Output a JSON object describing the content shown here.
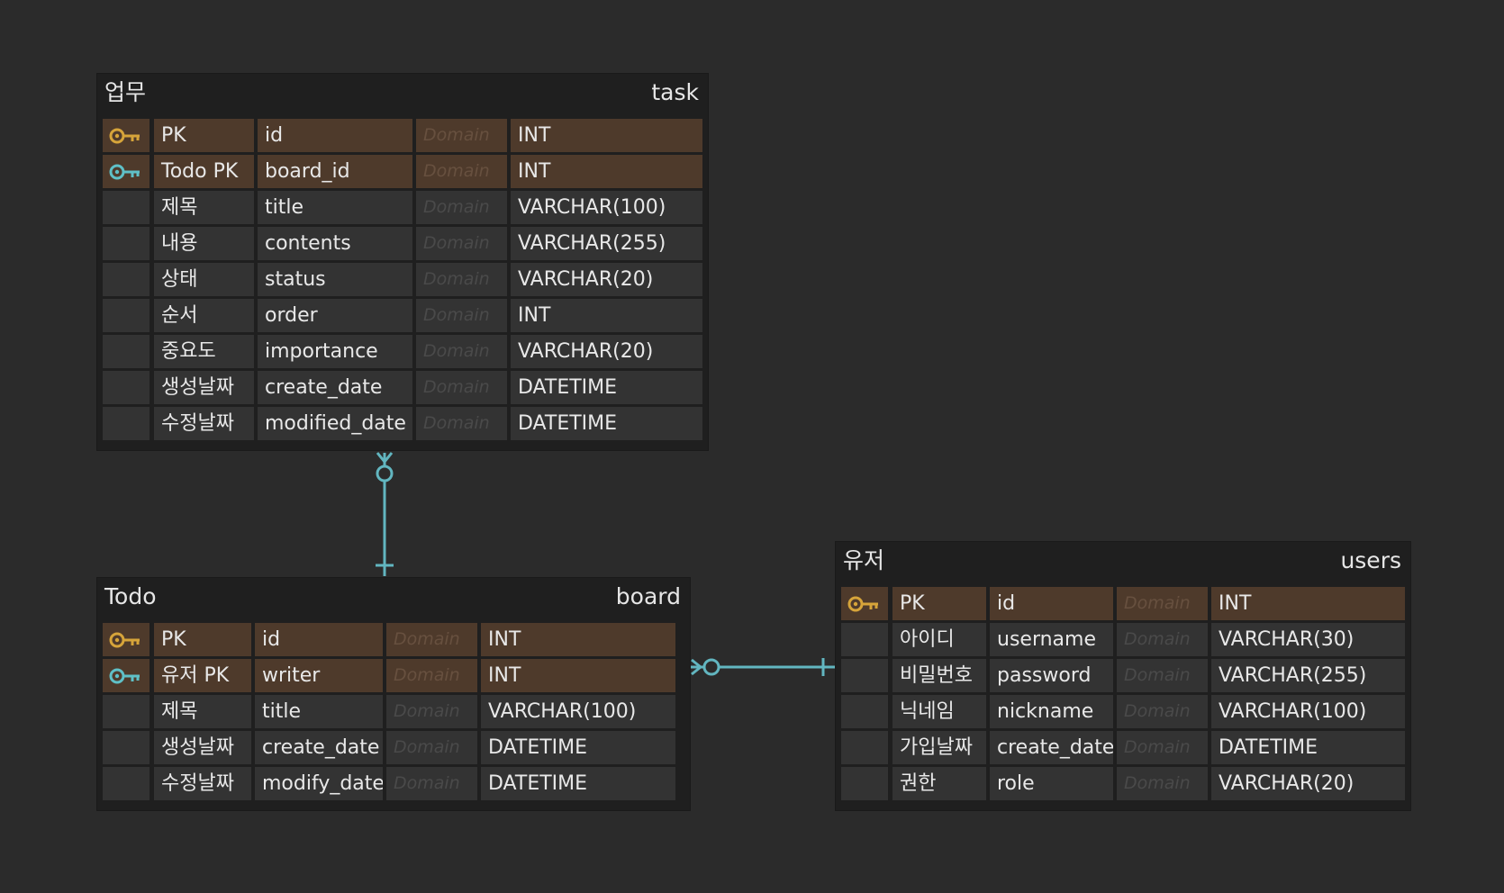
{
  "colors": {
    "background": "#2b2b2b",
    "entity_bg": "#1f1f1f",
    "cell_bg": "#333333",
    "key_row_bg": "#4e3a2b",
    "primary_key_icon": "#d6a43a",
    "foreign_key_icon": "#5fc0c7",
    "relationship_line": "#62b6c0"
  },
  "entities": {
    "task": {
      "logical_name": "업무",
      "physical_name": "task",
      "rows": [
        {
          "icon": "primary-key-icon",
          "label": "PK",
          "column": "id",
          "domain": "Domain",
          "type": "INT"
        },
        {
          "icon": "foreign-key-icon",
          "label": "Todo PK",
          "column": "board_id",
          "domain": "Domain",
          "type": "INT"
        },
        {
          "icon": "",
          "label": "제목",
          "column": "title",
          "domain": "Domain",
          "type": "VARCHAR(100)"
        },
        {
          "icon": "",
          "label": "내용",
          "column": "contents",
          "domain": "Domain",
          "type": "VARCHAR(255)"
        },
        {
          "icon": "",
          "label": "상태",
          "column": "status",
          "domain": "Domain",
          "type": "VARCHAR(20)"
        },
        {
          "icon": "",
          "label": "순서",
          "column": "order",
          "domain": "Domain",
          "type": "INT"
        },
        {
          "icon": "",
          "label": "중요도",
          "column": "importance",
          "domain": "Domain",
          "type": "VARCHAR(20)"
        },
        {
          "icon": "",
          "label": "생성날짜",
          "column": "create_date",
          "domain": "Domain",
          "type": "DATETIME"
        },
        {
          "icon": "",
          "label": "수정날짜",
          "column": "modified_date",
          "domain": "Domain",
          "type": "DATETIME"
        }
      ]
    },
    "board": {
      "logical_name": "Todo",
      "physical_name": "board",
      "rows": [
        {
          "icon": "primary-key-icon",
          "label": "PK",
          "column": "id",
          "domain": "Domain",
          "type": "INT"
        },
        {
          "icon": "foreign-key-icon",
          "label": "유저 PK",
          "column": "writer",
          "domain": "Domain",
          "type": "INT"
        },
        {
          "icon": "",
          "label": "제목",
          "column": "title",
          "domain": "Domain",
          "type": "VARCHAR(100)"
        },
        {
          "icon": "",
          "label": "생성날짜",
          "column": "create_date",
          "domain": "Domain",
          "type": "DATETIME"
        },
        {
          "icon": "",
          "label": "수정날짜",
          "column": "modify_date",
          "domain": "Domain",
          "type": "DATETIME"
        }
      ]
    },
    "users": {
      "logical_name": "유저",
      "physical_name": "users",
      "rows": [
        {
          "icon": "primary-key-icon",
          "label": "PK",
          "column": "id",
          "domain": "Domain",
          "type": "INT"
        },
        {
          "icon": "",
          "label": "아이디",
          "column": "username",
          "domain": "Domain",
          "type": "VARCHAR(30)"
        },
        {
          "icon": "",
          "label": "비밀번호",
          "column": "password",
          "domain": "Domain",
          "type": "VARCHAR(255)"
        },
        {
          "icon": "",
          "label": "닉네임",
          "column": "nickname",
          "domain": "Domain",
          "type": "VARCHAR(100)"
        },
        {
          "icon": "",
          "label": "가입날짜",
          "column": "create_date",
          "domain": "Domain",
          "type": "DATETIME"
        },
        {
          "icon": "",
          "label": "권한",
          "column": "role",
          "domain": "Domain",
          "type": "VARCHAR(20)"
        }
      ]
    }
  },
  "relationships": [
    {
      "from": "board",
      "to": "task",
      "from_cardinality": "one-mandatory",
      "to_cardinality": "zero-or-many"
    },
    {
      "from": "users",
      "to": "board",
      "from_cardinality": "one-mandatory",
      "to_cardinality": "zero-or-many"
    }
  ]
}
